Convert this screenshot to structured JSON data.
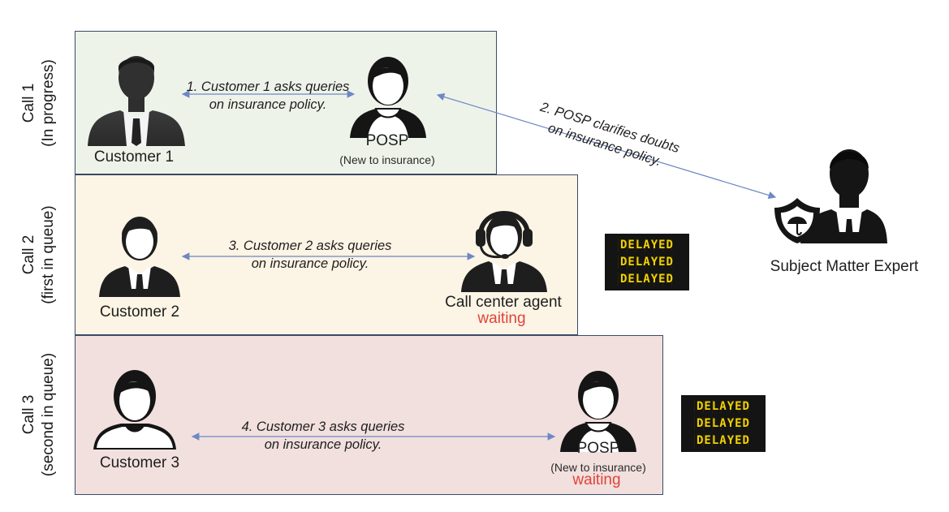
{
  "rows": [
    {
      "line1": "Call 1",
      "line2": "(In progress)"
    },
    {
      "line1": "Call 2",
      "line2": "(first in queue)"
    },
    {
      "line1": "Call 3",
      "line2": "(second in queue)"
    }
  ],
  "call1": {
    "customer": "Customer 1",
    "agent": "POSP",
    "agent_note": "(New to insurance)",
    "edge_line1": "1. Customer 1 asks queries",
    "edge_line2": "on insurance policy."
  },
  "call2": {
    "customer": "Customer 2",
    "agent": "Call center agent",
    "status": "waiting",
    "edge_line1": "3. Customer 2 asks queries",
    "edge_line2": "on insurance policy."
  },
  "call3": {
    "customer": "Customer 3",
    "agent": "POSP",
    "agent_note": "(New to insurance)",
    "status": "waiting",
    "edge_line1": "4. Customer 3 asks queries",
    "edge_line2": "on insurance policy."
  },
  "expert": {
    "label": "Subject Matter Expert",
    "edge_line1": "2. POSP clarifies doubts",
    "edge_line2": "on insurance policy."
  },
  "boards": [
    [
      "DELAYED",
      "DELAYED",
      "DELAYED"
    ],
    [
      "DELAYED",
      "DELAYED",
      "DELAYED"
    ]
  ],
  "colors": {
    "status": "#e0443a",
    "arrow": "#6d88c4",
    "board_text": "#f2d200"
  }
}
